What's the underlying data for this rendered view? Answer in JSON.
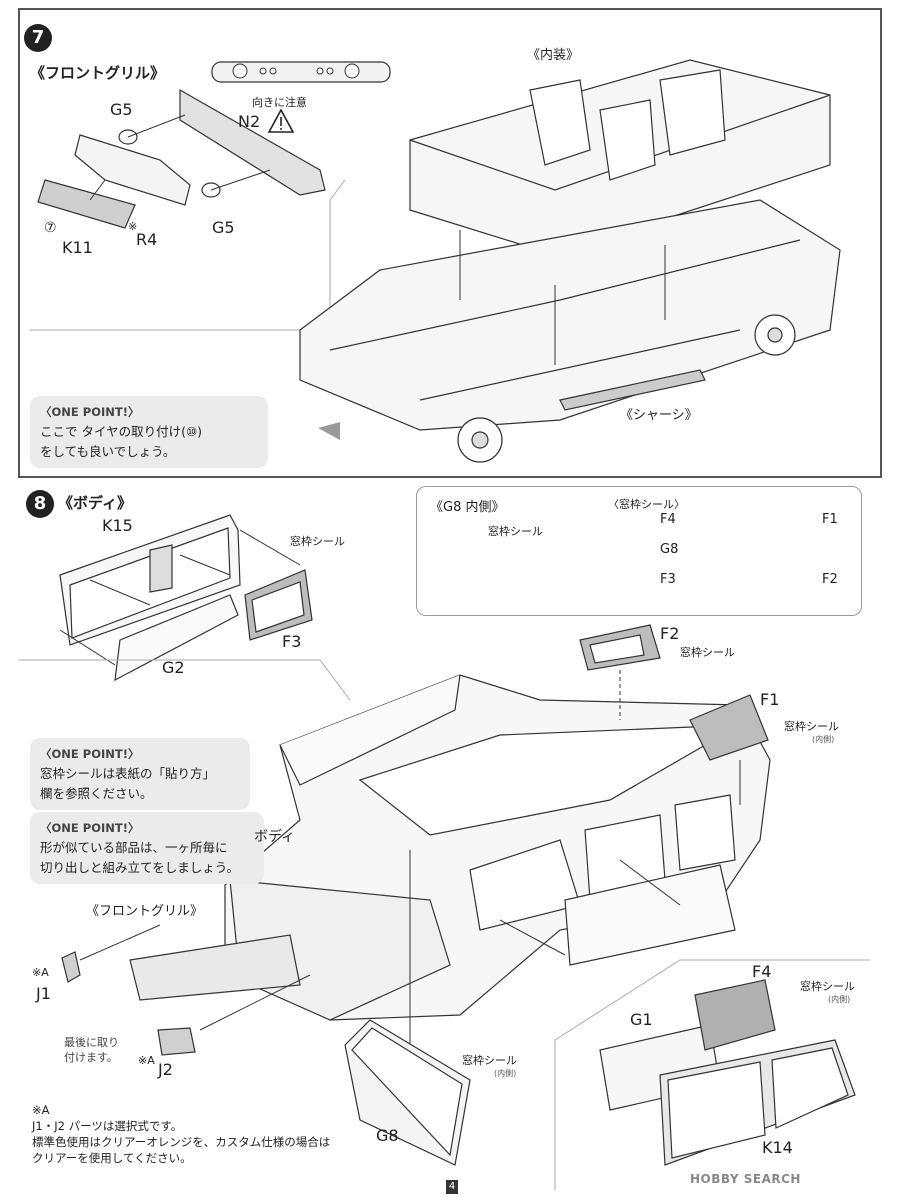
{
  "step7": {
    "number": "7",
    "grille_title": "《フロントグリル》",
    "interior_title": "《内装》",
    "chassis_title": "《シャーシ》",
    "parts": {
      "g5_top": "G5",
      "n2": "N2",
      "k11_marker": "⑦",
      "k11": "K11",
      "r4_marker": "※",
      "r4": "R4",
      "g5_bottom": "G5"
    },
    "orientation_note": "向きに注意",
    "one_point": {
      "heading": "〈ONE POINT!〉",
      "line1": "ここで タイヤの取り付け(⑩)",
      "line2": "をしても良いでしょう。"
    }
  },
  "step8": {
    "number": "8",
    "title": "《ボディ》",
    "parts": {
      "k15": "K15",
      "g2": "G2",
      "f3": "F3",
      "f2": "F2",
      "f1": "F1",
      "body": "ボディ",
      "j1_marker": "※A",
      "j1": "J1",
      "j2_marker": "※A",
      "j2": "J2",
      "g8": "G8",
      "g1": "G1",
      "f4": "F4",
      "k14": "K14"
    },
    "seal_label": "窓枠シール",
    "inner_side": "(内側)",
    "grille_title": "《フロントグリル》",
    "attach_last_line1": "最後に取り",
    "attach_last_line2": "付けます。",
    "inset": {
      "g8_title": "《G8 内側》",
      "seal_label": "窓枠シール",
      "window_title": "〈窓枠シール〉",
      "f4": "F4",
      "f1": "F1",
      "g8": "G8",
      "f3": "F3",
      "f2": "F2"
    },
    "one_point_1": {
      "heading": "〈ONE POINT!〉",
      "line1": "窓枠シールは表紙の「貼り方」",
      "line2": "欄を参照ください。"
    },
    "one_point_2": {
      "heading": "〈ONE POINT!〉",
      "line1": "形が似ている部品は、一ヶ所毎に",
      "line2": "切り出しと組み立てをしましょう。"
    },
    "footnote": {
      "marker": "※A",
      "line1": "J1・J2 パーツは選択式です。",
      "line2": "標準色使用はクリアーオレンジを、カスタム仕様の場合は",
      "line3": "クリアーを使用してください。"
    }
  },
  "page_number": "4",
  "watermark": "HOBBY SEARCH"
}
